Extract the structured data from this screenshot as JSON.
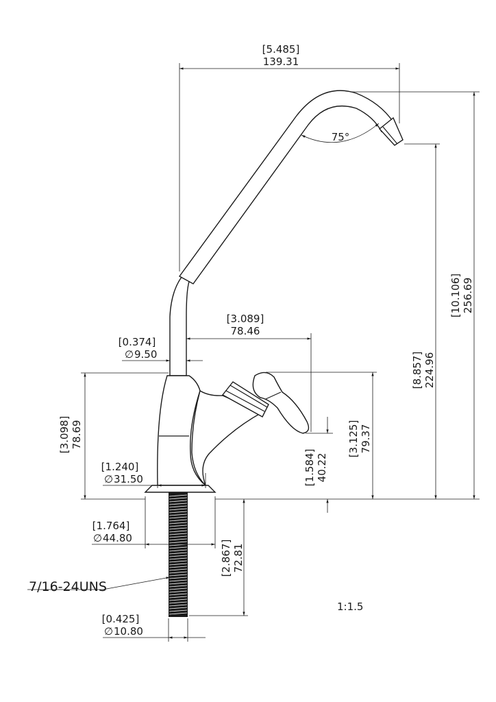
{
  "drawing": {
    "overall_width": {
      "inch": "[5.485]",
      "mm": "139.31"
    },
    "spout_angle": "75°",
    "total_height": {
      "inch": "[10.106]",
      "mm": "256.69"
    },
    "spout_outlet_height": {
      "inch": "[8.857]",
      "mm": "224.96"
    },
    "lever_reach": {
      "inch": "[3.089]",
      "mm": "78.46"
    },
    "riser_diameter": {
      "inch": "[0.374]",
      "mm": "9.50"
    },
    "body_height": {
      "inch": "[3.098]",
      "mm": "78.69"
    },
    "base_diameter": {
      "inch": "[1.240]",
      "mm": "31.50"
    },
    "lever_tip_height": {
      "inch": "[1.584]",
      "mm": "40.22"
    },
    "lever_top_height": {
      "inch": "[3.125]",
      "mm": "79.37"
    },
    "escutcheon_diameter": {
      "inch": "[1.764]",
      "mm": "44.80"
    },
    "shank_length": {
      "inch": "[2.867]",
      "mm": "72.81"
    },
    "shank_diameter": {
      "inch": "[0.425]",
      "mm": "10.80"
    },
    "thread_spec": "7/16-24UNS",
    "scale": "1:1.5",
    "diameter_symbol": "∅"
  }
}
